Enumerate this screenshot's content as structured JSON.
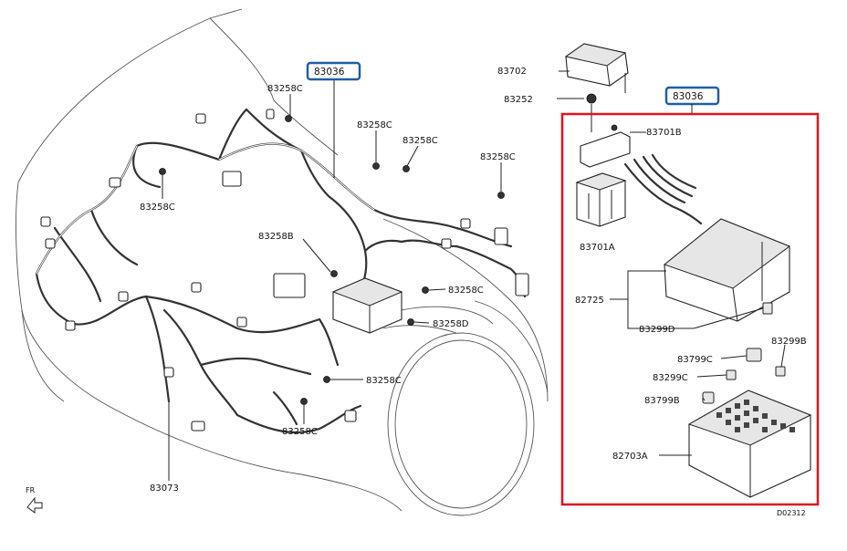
{
  "diagram": {
    "highlight_color": "#1f5fa8",
    "frame_color": "#e0141e",
    "callouts": {
      "harness_main": "83036",
      "harness_box": "83036",
      "grommet_top": "83258C",
      "clip_mid_1": "83258C",
      "clip_mid_2": "83258C",
      "clip_right": "83258C",
      "clip_left": "83258C",
      "clip_b": "83258B",
      "clip_c_right": "83258C",
      "clip_d": "83258D",
      "clip_low_1": "83258C",
      "clip_low_2": "83258C",
      "harness_lower": "83073",
      "cover_top": "83702",
      "nut": "83252",
      "bracket": "83701B",
      "block_a": "83701A",
      "cover_box": "82725",
      "clip_cover": "83299D",
      "relay_c": "83799C",
      "clip_299b": "83299B",
      "clip_299c": "83299C",
      "relay_b": "83799B",
      "fusebox": "82703A"
    },
    "direction_label": "FR",
    "figure_code": "D02312"
  }
}
